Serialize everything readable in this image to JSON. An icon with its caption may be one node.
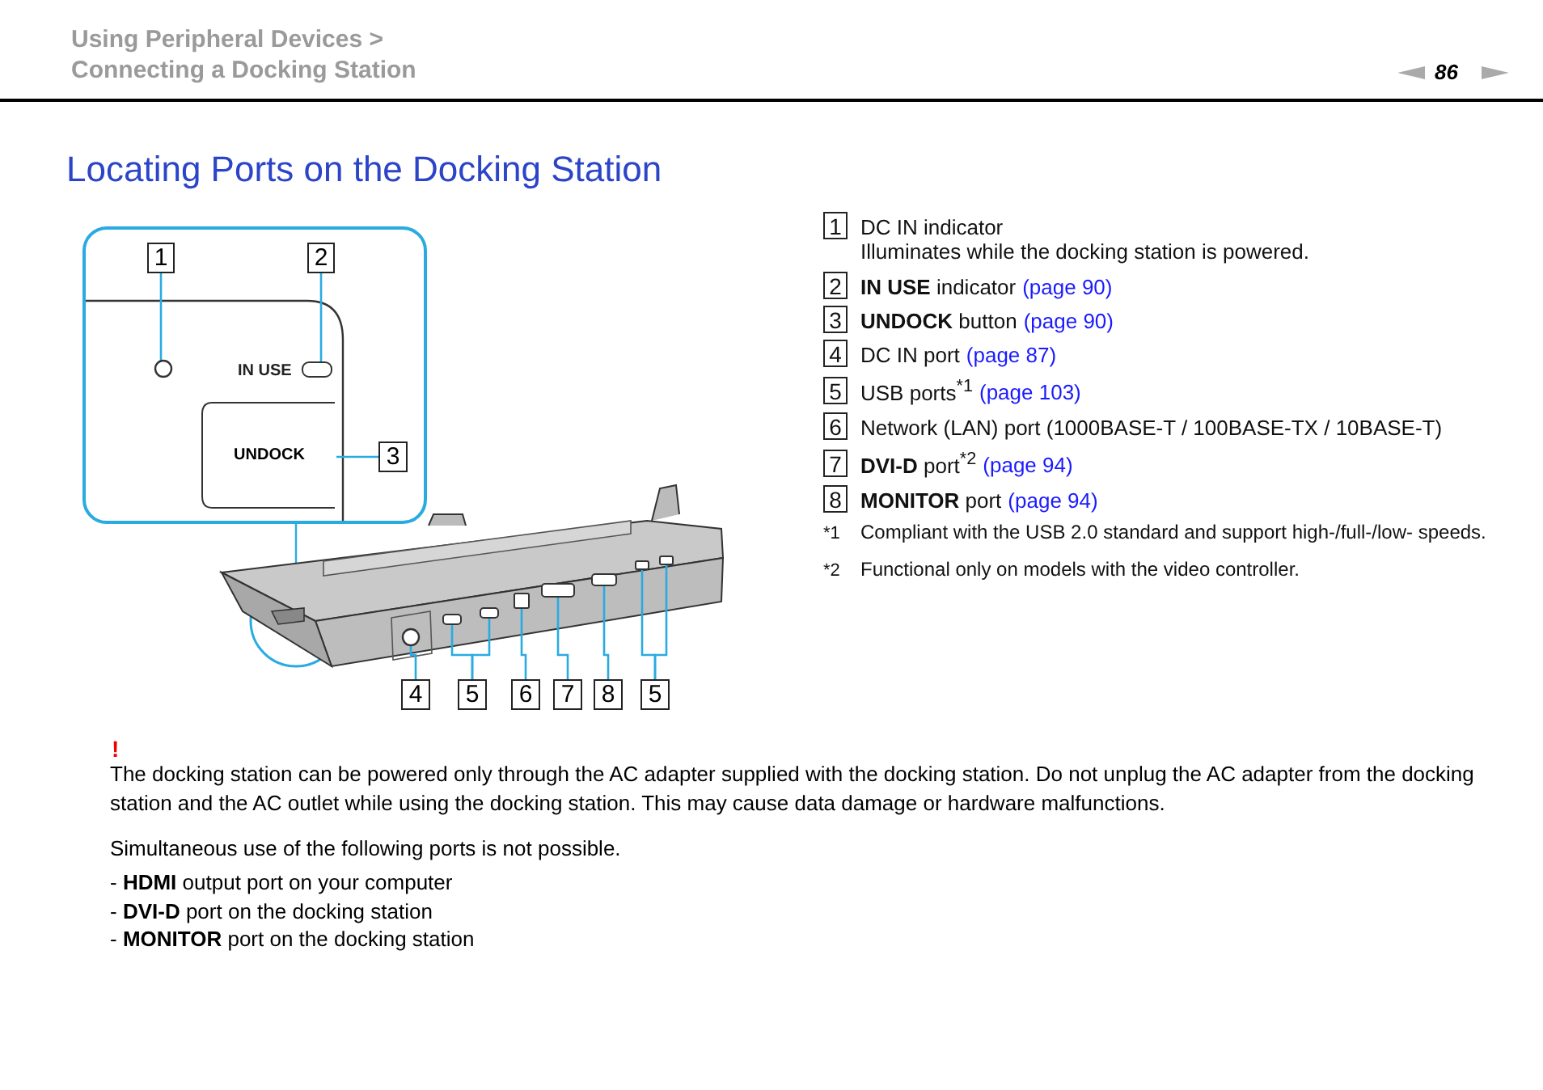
{
  "diagram": {
    "title": "Locating Ports on the Docking Station",
    "nodes": [
      {
        "text": [
          "1"
        ]
      },
      {
        "text": [
          "2"
        ]
      },
      {
        "text": [],
        "shape": "circle"
      },
      {
        "text": [],
        "shape": "bar"
      },
      {
        "text": [
          "UNDOCK"
        ]
      },
      {
        "text": [
          "3"
        ]
      },
      {
        "text": [],
        "shape": "circle"
      },
      {
        "text": [],
        "shape": "box"
      },
      {
        "text": [],
        "shape": "box"
      },
      {
        "text": [],
        "shape": "box"
      },
      {
        "text": [],
        "shape": "box"
      },
      {
        "text": [],
        "shape": "box"
      },
      {
        "text": [],
        "shape": "box"
      },
      {
        "text": [],
        "shape": "box"
      },
      {
        "text": [
          "4"
        ]
      },
      {
        "text": [
          "5"
        ]
      },
      {
        "text": [
          "6"
        ]
      },
      {
        "text": [
          "7"
        ]
      },
      {
        "text": [
          "8"
        ]
      },
      {
        "text": [
          "5"
        ]
      }
    ],
    "edges": [
      {
        "from": 0,
        "to": 2,
        "arrow": "none"
      },
      {
        "from": 1,
        "to": 3,
        "arrow": "none"
      },
      {
        "from": 5,
        "to": 4,
        "arrow": "none"
      },
      {
        "from": 14,
        "to": 6,
        "arrow": "none"
      },
      {
        "from": 15,
        "to": 7,
        "arrow": "none"
      },
      {
        "from": 15,
        "to": 8,
        "arrow": "none"
      },
      {
        "from": 16,
        "to": 9,
        "arrow": "none"
      },
      {
        "from": 17,
        "to": 10,
        "arrow": "none"
      },
      {
        "from": 18,
        "to": 11,
        "arrow": "none"
      },
      {
        "from": 19,
        "to": 12,
        "arrow": "none"
      },
      {
        "from": 19,
        "to": 13,
        "arrow": "none"
      }
    ],
    "labels": [
      "Using Peripheral Devices >",
      "Connecting a Docking Station",
      "86",
      "IN USE",
      "1",
      "DC IN indicator",
      "Illuminates while the docking station is powered.",
      "2",
      "**IN USE** indicator",
      "(page 90)",
      "3",
      "**UNDOCK** button",
      "(page 90)",
      "4",
      "DC IN port",
      "(page 87)",
      "5",
      "USB ports$^{*1}$",
      "(page 103)",
      "6",
      "Network (LAN) port (1000BASE-T / 100BASE-TX / 10BASE-T)",
      "7",
      "**DVI-D** port$^{*2}$",
      "(page 94)",
      "8",
      "**MONITOR** port",
      "(page 94)",
      "*1",
      "Compliant with the USB 2.0 standard and support high-/full-/low- speeds.",
      "*2",
      "Functional only on models with the video controller.",
      "!",
      "The docking station can be powered only through the AC adapter supplied with the docking station. Do not unplug the AC adapter from the docking station and the AC outlet while using the docking station. This may cause data damage or hardware malfunctions.",
      "Simultaneous use of the following ports is not possible.",
      "- **HDMI** output port on your computer",
      "- **DVI-D** port on the docking station",
      "- **MONITOR** port on the docking station"
    ]
  }
}
